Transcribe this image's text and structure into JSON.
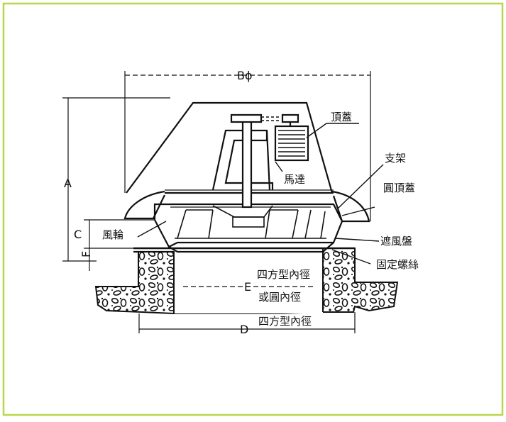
{
  "frame": {
    "border_color": "#b8d64a",
    "background": "#ffffff",
    "ink": "#111111"
  },
  "dimensions": {
    "A": "A",
    "B": "Bϕ",
    "C": "C",
    "D": "D",
    "E": "E",
    "F": "F"
  },
  "labels": {
    "top_cover": "頂蓋",
    "motor": "馬達",
    "bracket": "支架",
    "round_top_cover": "圓頂蓋",
    "impeller": "風輪",
    "wind_shield": "遮風盤",
    "fixing_screw": "固定螺絲",
    "e_square": "四方型內徑",
    "e_round": "或圓內徑",
    "d_square": "四方型內徑"
  }
}
